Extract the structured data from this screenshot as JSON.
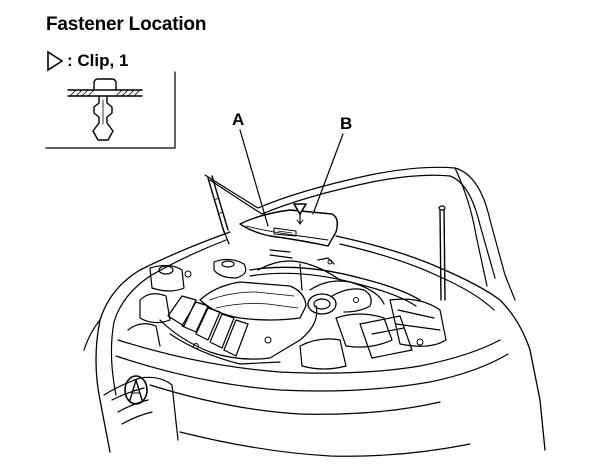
{
  "title": "Fastener Location",
  "legend": {
    "icon": "triangle-outline-icon",
    "text": ": Clip, 1"
  },
  "callouts": {
    "a": "A",
    "b": "B"
  }
}
